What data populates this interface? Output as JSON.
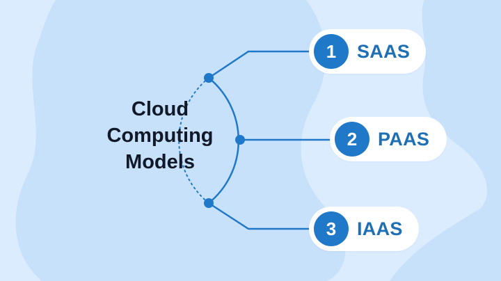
{
  "diagram": {
    "title_lines": [
      "Cloud",
      "Computing",
      "Models"
    ],
    "models": [
      {
        "number": "1",
        "label": "SAAS"
      },
      {
        "number": "2",
        "label": "PAAS"
      },
      {
        "number": "3",
        "label": "IAAS"
      }
    ]
  },
  "colors": {
    "background": "#dcecff",
    "blob": "#c6e0fb",
    "accent": "#1f78c8",
    "label": "#1f6fb5",
    "title": "#111827",
    "pill": "#ffffff"
  }
}
